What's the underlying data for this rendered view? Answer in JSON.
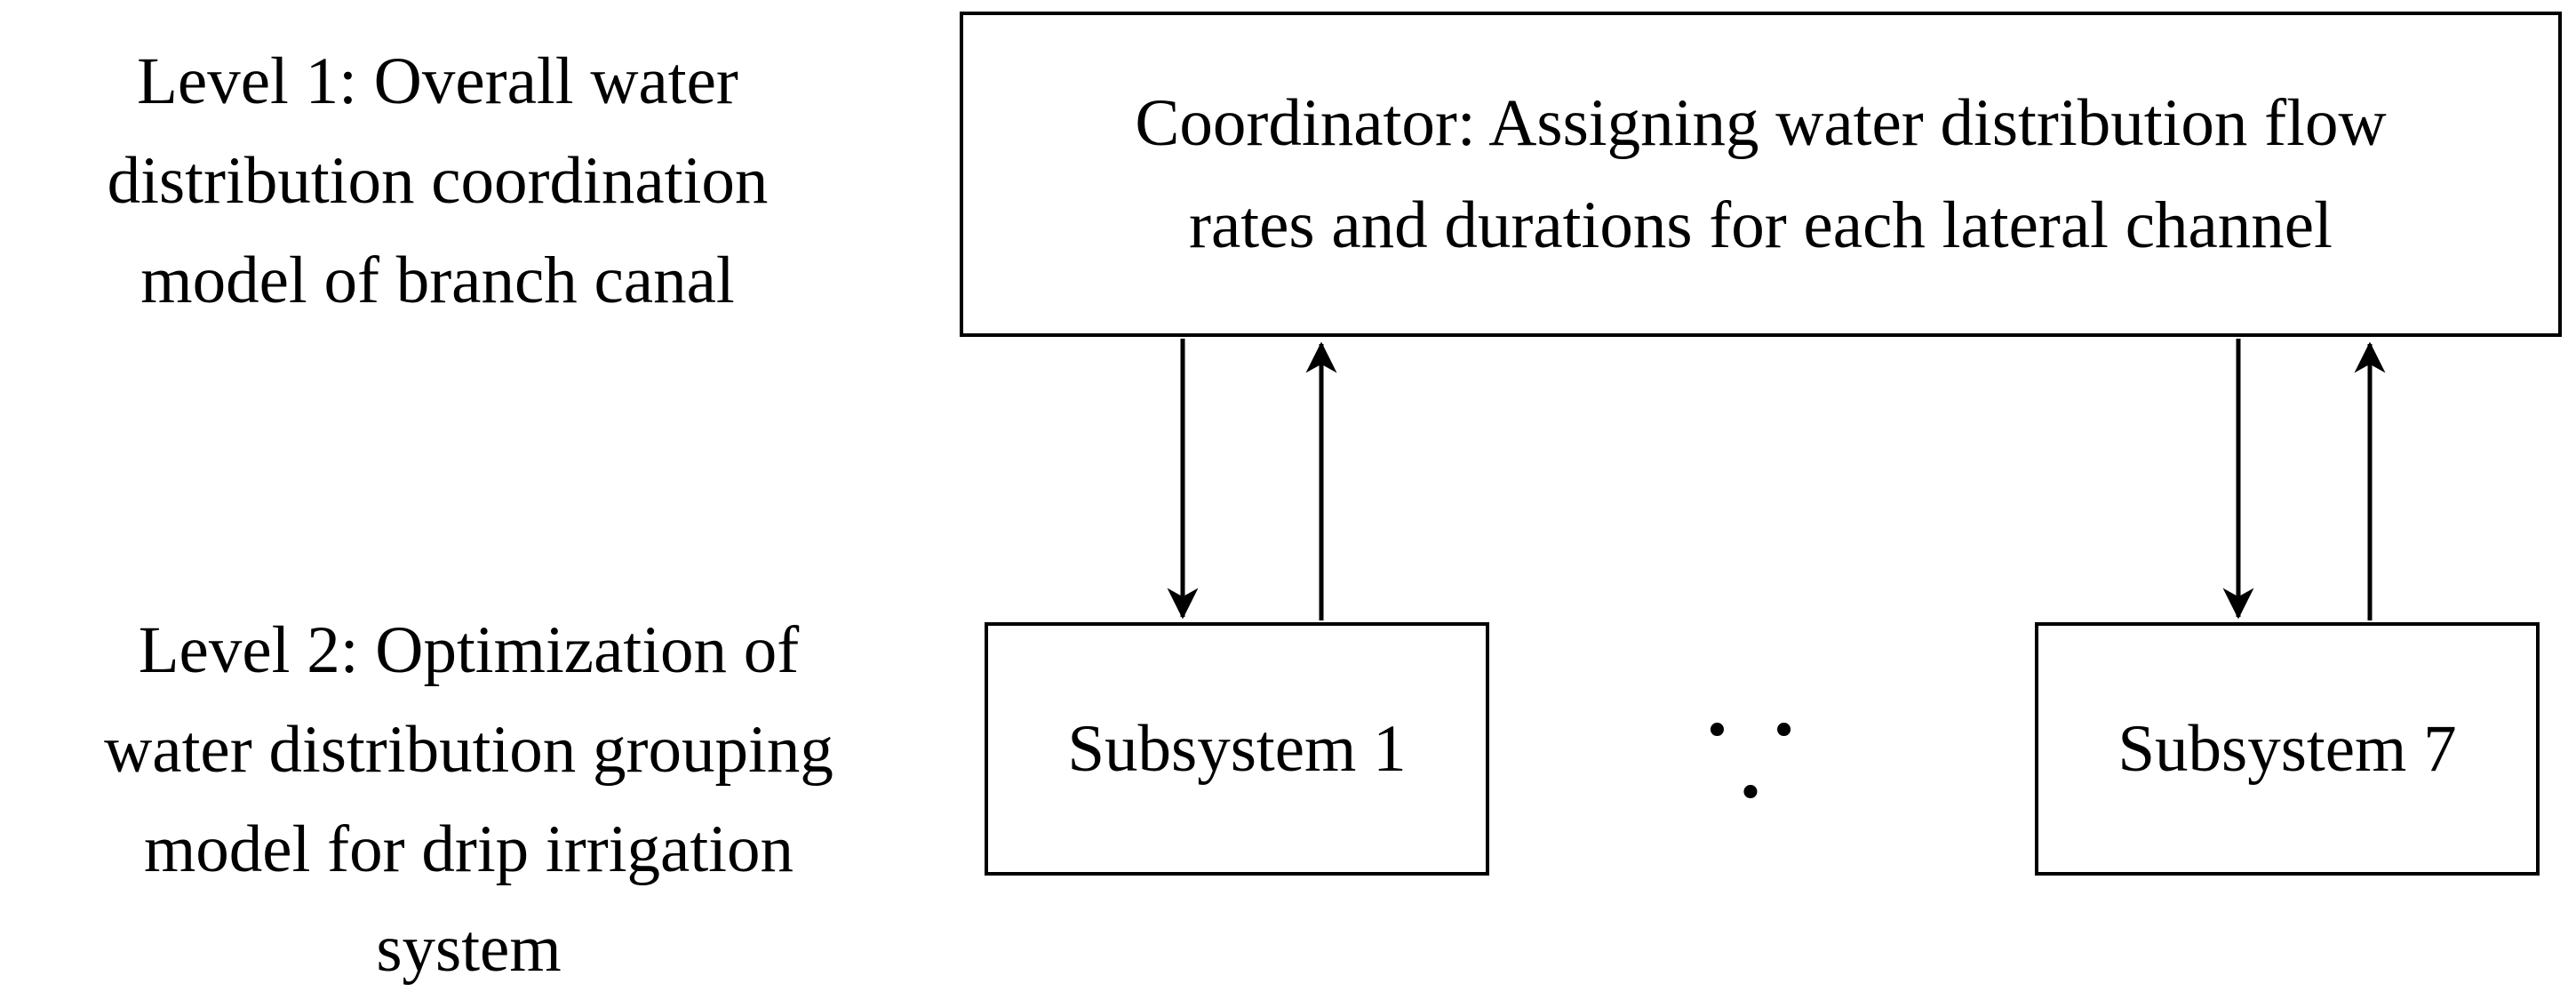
{
  "diagram": {
    "level1_label": "Level 1: Overall water\ndistribution coordination\nmodel of branch canal",
    "level2_label": "Level 2: Optimization of\nwater distribution grouping\nmodel for drip irrigation\nsystem",
    "coordinator_label": "Coordinator: Assigning water distribution flow\nrates and durations for each lateral channel",
    "subsystem1_label": "Subsystem 1",
    "subsystem7_label": "Subsystem 7",
    "ellipsis": "• • •",
    "colors": {
      "line": "#000000",
      "text": "#000000",
      "background": "#ffffff"
    }
  }
}
